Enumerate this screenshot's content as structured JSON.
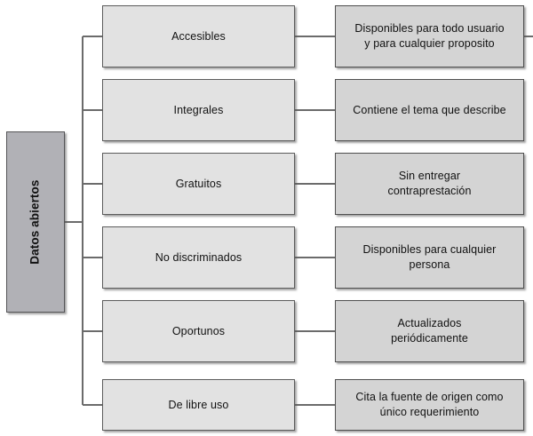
{
  "diagram": {
    "title": "Datos abiertos",
    "type": "hierarchy-tree",
    "orientation": "left-to-right",
    "colors": {
      "root_fill": "#b1b1b6",
      "branch_fill": "#e2e2e2",
      "leaf_fill": "#d4d4d4",
      "border": "#5a5a5a",
      "line": "#6b6b6b",
      "text": "#111111",
      "background": "#ffffff"
    },
    "root": {
      "label": "Datos abiertos",
      "rotated": "-90deg"
    },
    "rows": [
      {
        "branch": "Accesibles",
        "leaf": "Disponibles para todo usuario\ny para cualquier proposito"
      },
      {
        "branch": "Integrales",
        "leaf": "Contiene el tema que describe"
      },
      {
        "branch": "Gratuitos",
        "leaf": "Sin entregar\ncontraprestación"
      },
      {
        "branch": "No discriminados",
        "leaf": "Disponibles para cualquier\npersona"
      },
      {
        "branch": "Oportunos",
        "leaf": "Actualizados\nperiódicamente"
      },
      {
        "branch": "De libre uso",
        "leaf": "Cita la fuente de origen como\núnico requerimiento"
      }
    ]
  }
}
